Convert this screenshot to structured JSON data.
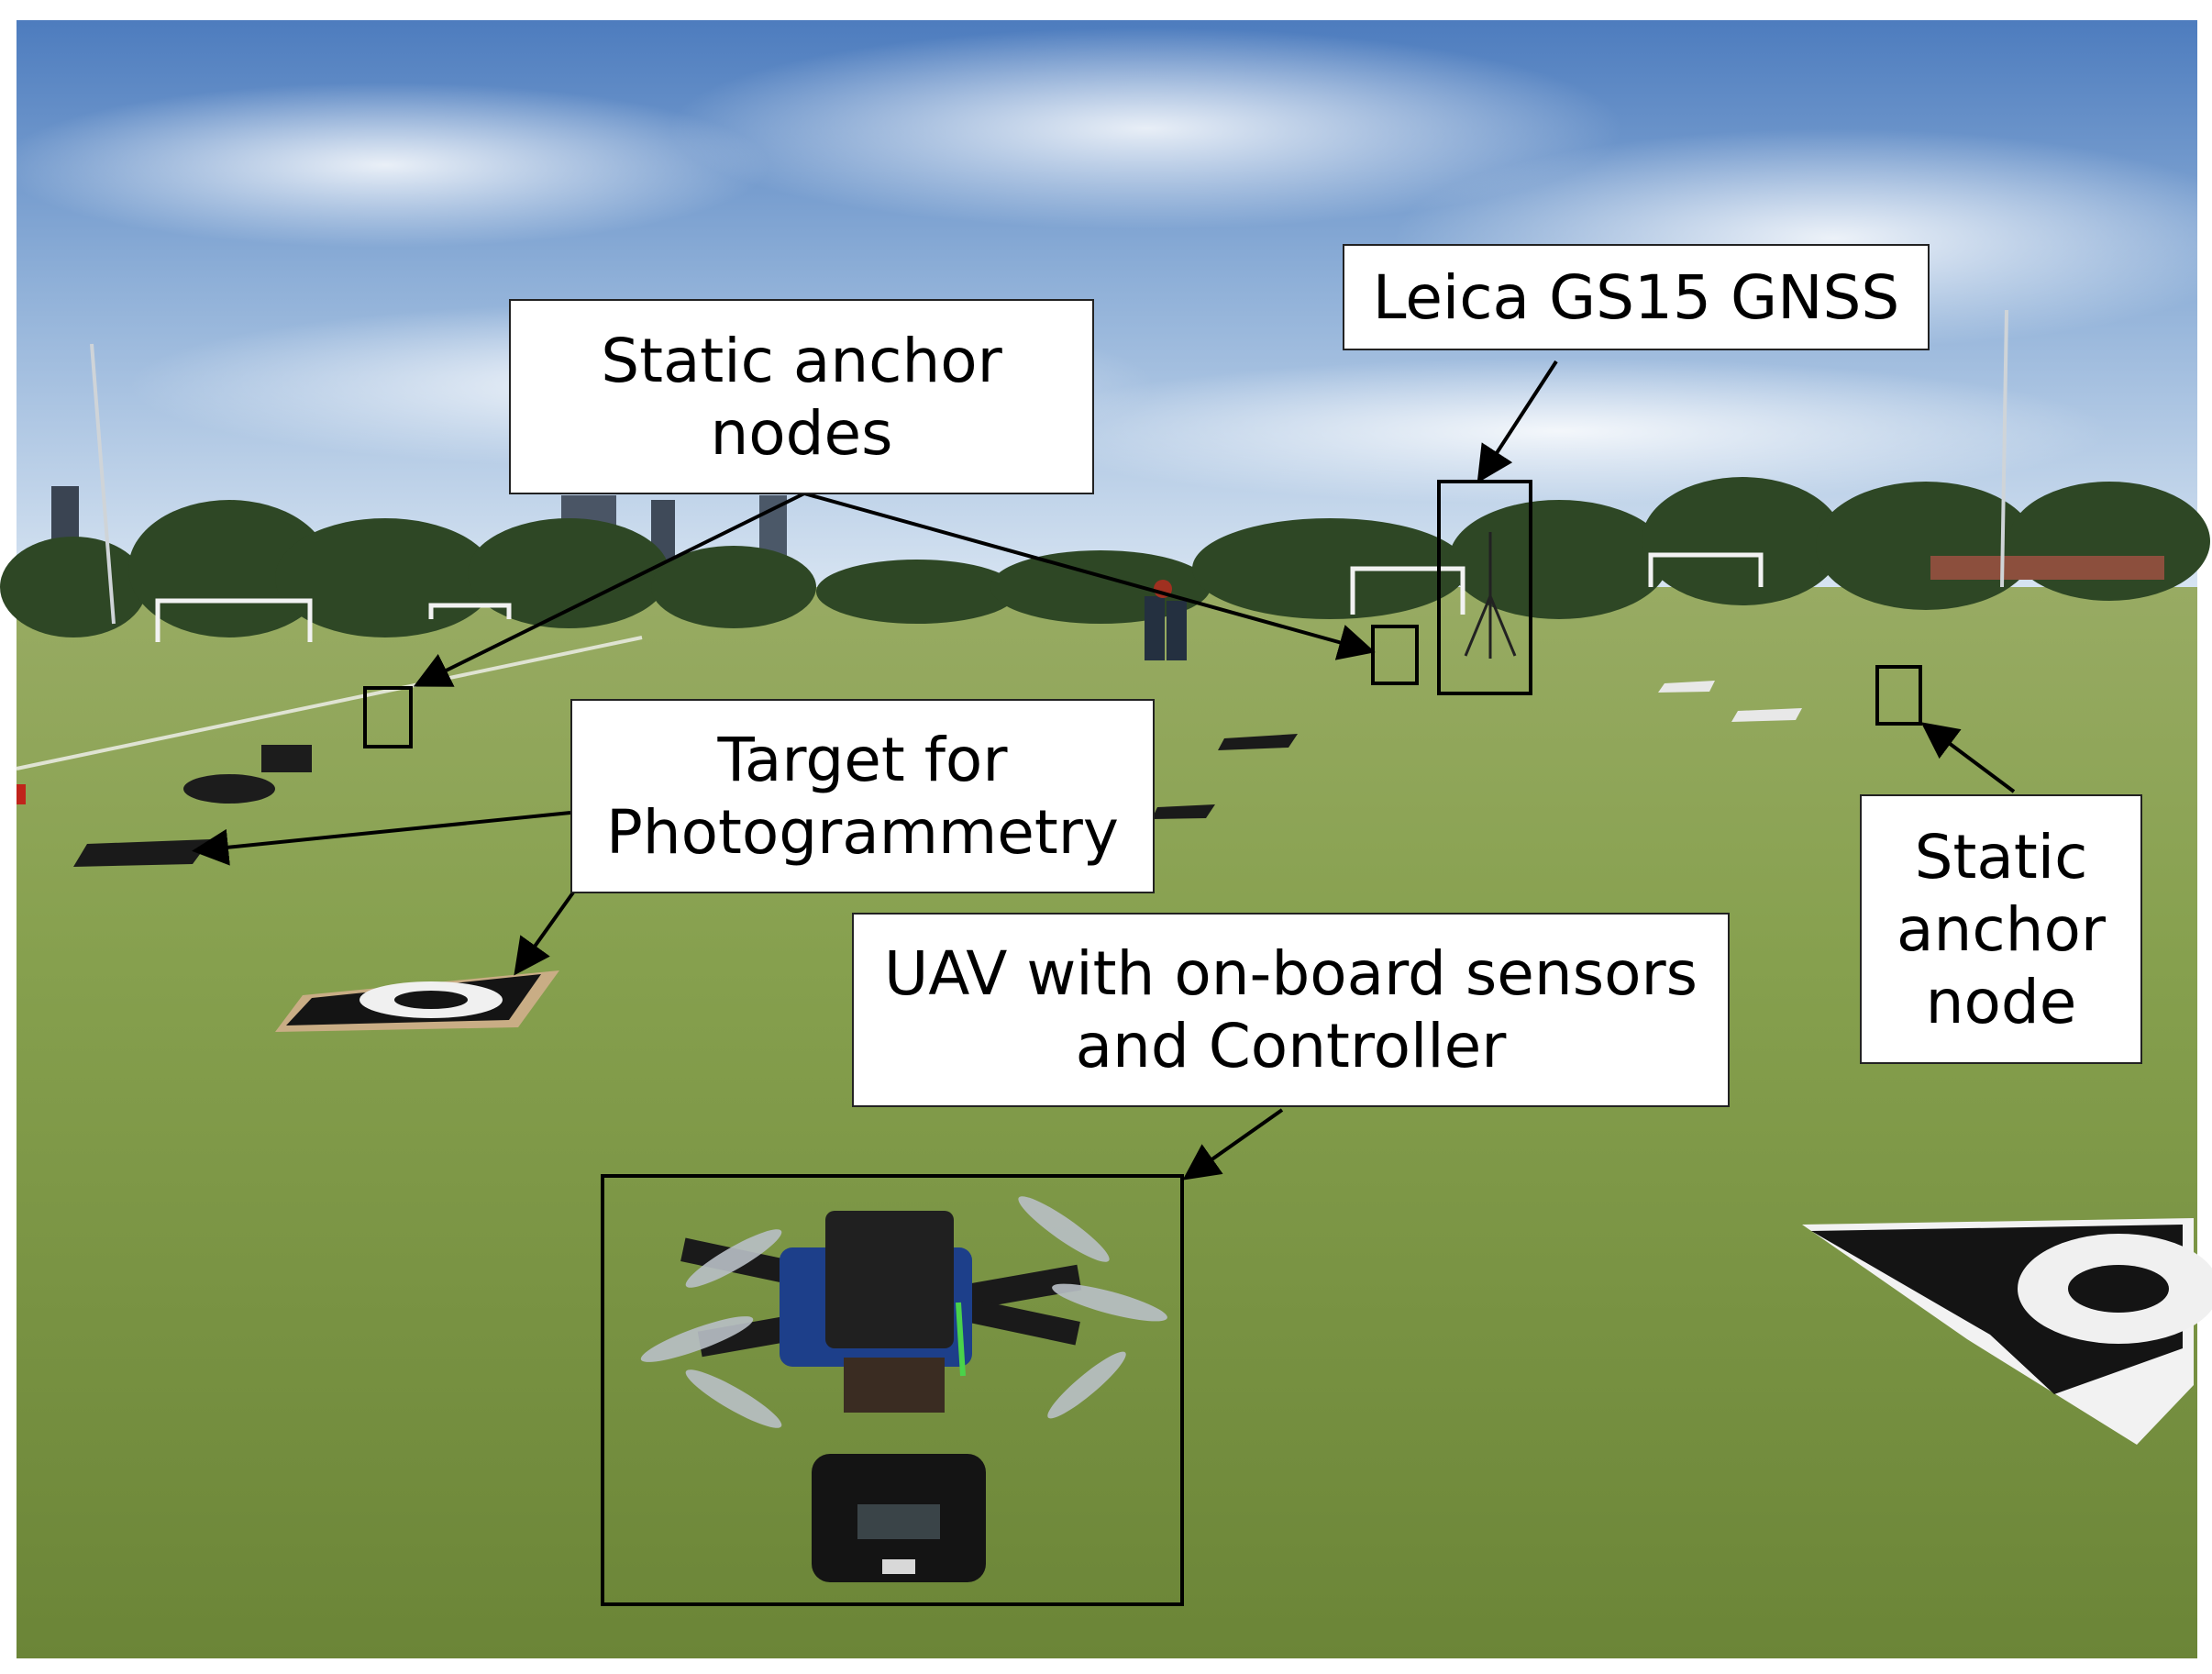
{
  "labels": {
    "static_anchor_nodes": "Static anchor\nnodes",
    "leica": "Leica GS15 GNSS",
    "target": "Target for\nPhotogrammetry",
    "uav": "UAV with on-board sensors\nand Controller",
    "static_anchor_node": "Static\nanchor\nnode"
  },
  "colors": {
    "sky_top": "#4f7fc0",
    "sky_low": "#d9e6f2",
    "grass_far": "#8da35a",
    "grass_near": "#6f8a3a",
    "trees": "#2f4a26",
    "annotation": "#000000"
  }
}
